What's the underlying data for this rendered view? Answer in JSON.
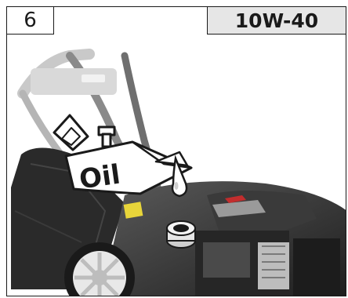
{
  "step": {
    "number": "6"
  },
  "oil": {
    "grade": "10W-40"
  },
  "illustration": {
    "can_label": "Oil"
  }
}
